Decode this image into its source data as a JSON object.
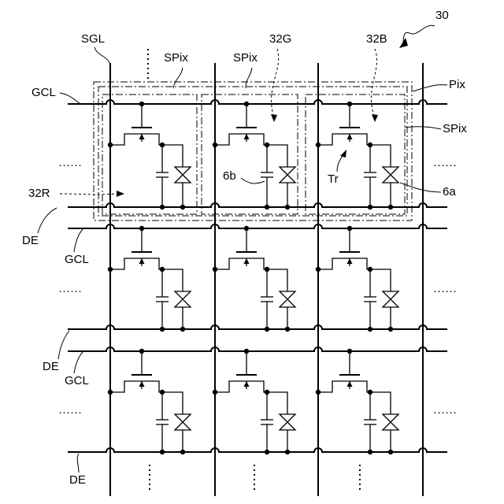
{
  "figure": {
    "ref_number": "30",
    "labels": {
      "sgl": "SGL",
      "gcl": "GCL",
      "de": "DE",
      "spix": "SPix",
      "pix": "Pix",
      "sub_g": "32G",
      "sub_b": "32B",
      "sub_r": "32R",
      "elem_6b": "6b",
      "elem_6a": "6a",
      "transistor": "Tr"
    },
    "continuation": "······"
  }
}
